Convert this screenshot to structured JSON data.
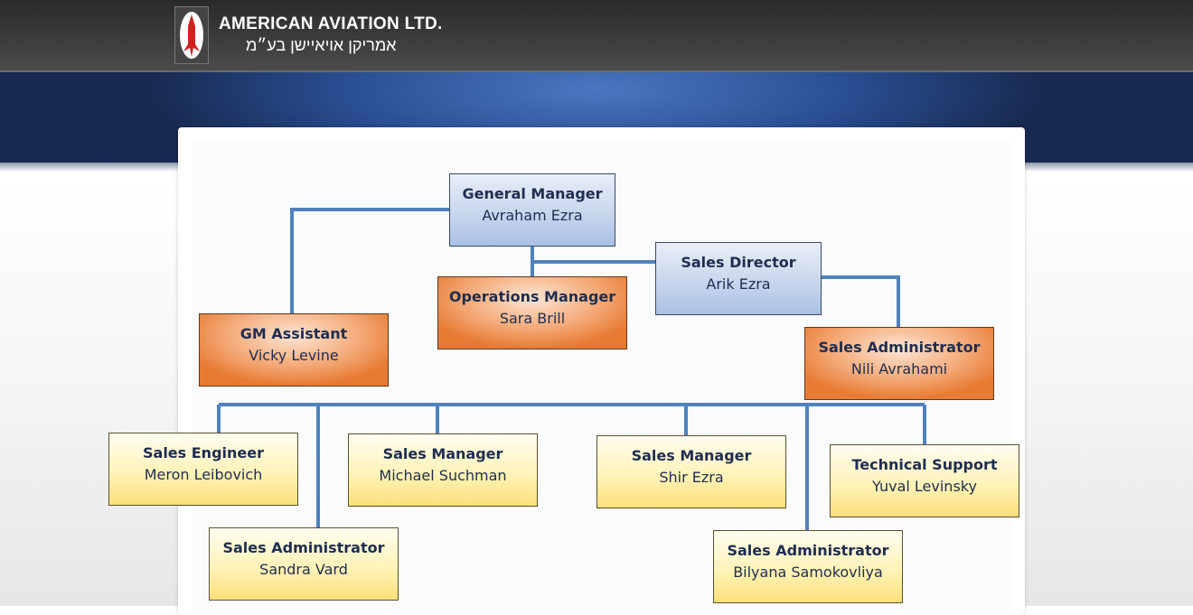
{
  "header": {
    "company_en": "AMERICAN AVIATION LTD.",
    "company_he": "אמריקן אויאיישן בע״מ",
    "logo": "rocket-logo"
  },
  "colors": {
    "connector": "#4f81bd",
    "text": "#1f2d50",
    "blue_box": "#c5d4ec",
    "orange_box": "#f4a977",
    "yellow_box": "#fff3b8"
  },
  "org": {
    "general_manager": {
      "title": "General Manager",
      "name": "Avraham Ezra"
    },
    "sales_director": {
      "title": "Sales Director",
      "name": "Arik Ezra"
    },
    "operations_manager": {
      "title": "Operations Manager",
      "name": "Sara Brill"
    },
    "gm_assistant": {
      "title": "GM Assistant",
      "name": "Vicky Levine"
    },
    "sales_admin_director": {
      "title": "Sales Administrator",
      "name": "Nili Avrahami"
    },
    "sales_engineer": {
      "title": "Sales Engineer",
      "name": "Meron Leibovich"
    },
    "sales_manager_1": {
      "title": "Sales Manager",
      "name": "Michael Suchman"
    },
    "sales_manager_2": {
      "title": "Sales Manager",
      "name": "Shir Ezra"
    },
    "technical_support": {
      "title": "Technical Support",
      "name": "Yuval Levinsky"
    },
    "sales_admin_1": {
      "title": "Sales Administrator",
      "name": "Sandra Vard"
    },
    "sales_admin_2": {
      "title": "Sales Administrator",
      "name": "Bilyana Samokovliya"
    }
  }
}
